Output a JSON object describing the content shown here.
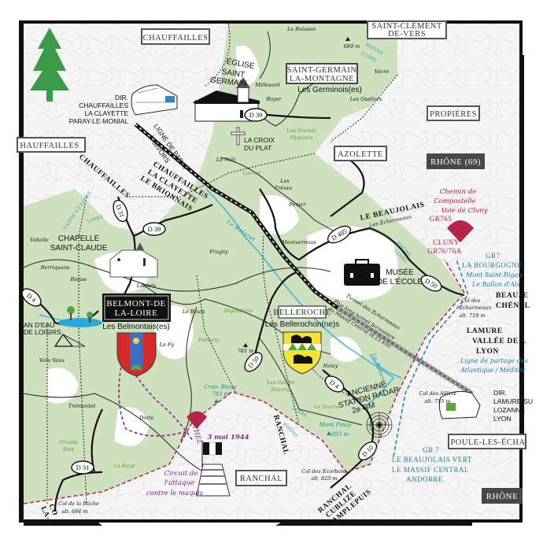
{
  "colors": {
    "forest": "#cfe0bf",
    "trail_red": "#b8234a",
    "trail_blue": "#1d7fa6",
    "river": "#41b8d4",
    "circuit": "#7b2a86",
    "box_dark": "#4a4747"
  },
  "communes": {
    "chauffailles_top": "CHAUFFAILLES",
    "chauffailles_left": "HAUFFAILLES",
    "saint_clement": [
      "SAINT-CLÉMENT",
      "DE-VERS"
    ],
    "saint_germain": [
      "SAINT-GERMAIN",
      "LA-MONTAGNE"
    ],
    "saint_germain_demonym": "Les Germinois(es)",
    "propieres": "PROPIÈRES",
    "azolette": "AZOLETTE",
    "rhone_69": "RHÔNE (69)",
    "belmont": [
      "BELMONT-DE",
      "LA-LOIRE"
    ],
    "belmont_demonym": "Les Belmontais(es)",
    "belleroche": "BELLEROCHE",
    "belleroche_demonym": "Les Bellerochon(ne)s",
    "ranchal": "RANCHAL",
    "poule": "POULE-LES-ÉCHA",
    "rhone_bottom": "RHÔNE"
  },
  "landmarks": {
    "eglise": [
      "ÉGLISE",
      "SAINT",
      "GERMAIN"
    ],
    "croix": [
      "LA CROIX",
      "DU PLAT"
    ],
    "chapelle": [
      "CHAPELLE",
      "SAINT-CLAUDE"
    ],
    "musee": [
      "MUSÉE",
      "DE L'ÉCOLE"
    ],
    "radar": [
      "ANCIENNE",
      "STATION RADAR",
      "2e GM"
    ],
    "plan_eau": [
      "AN D'EAU",
      "DE LOISIRS"
    ]
  },
  "trains": {
    "west": [
      "DIR.",
      "CHAUFFAILLES",
      "LA CLAYETTE",
      "PARAY-LE-MONIAL"
    ],
    "east": [
      "DIR.",
      "LAMURE-SU",
      "LOZANNE",
      "LYON"
    ]
  },
  "railway": {
    "line": [
      "LIGNE DE PARAY",
      "À GIVORS"
    ],
    "towns": [
      "CHAUFFAILLES",
      "LA CLAYETTE",
      "LE BRIONNAIS"
    ],
    "tunnel": "Tunnel des Écharmeaux",
    "tunnel_note": [
      "Plus long tunnel ferroviaire",
      "du Massif Central (4,15 km)"
    ]
  },
  "roads": {
    "d39_north": "D 39",
    "d39_west": "D 39",
    "d31_north": "D 31",
    "d485": "D 485",
    "d50_east": "D 50",
    "d4_west": "D 4",
    "d50_south": "D 50",
    "d4_south": "D 4",
    "d10": "D 10",
    "d31_south": "D 31"
  },
  "directions": {
    "chauffailles_road": "CHAUFFAILLES",
    "beaujolais": [
      "LE BEAUJOLAIS",
      "Les Écharmeaux"
    ],
    "beaujeu": [
      "BEAUJE",
      "CHÉNEL"
    ],
    "lamure": [
      "LAMURE",
      "VALLÉE DE L",
      "LYON"
    ],
    "ranchal_road": "RANCHAL",
    "south_east": [
      "RANCHAL",
      "CUBLIZE",
      "AMPLEPUIS"
    ],
    "cours": [
      "CO",
      "LA-"
    ]
  },
  "hamlets": {
    "le_buisson": "Le Buisson",
    "millesard": "Millesard",
    "boyer": "Boyer",
    "vavre": "Vavre",
    "oseliers": "Les Oseliers",
    "le_tret": "Le Trêt",
    "les_treves": [
      "Les",
      "Trêves"
    ],
    "fenier": "Fenier",
    "montvernoux": "Montvernoux",
    "fragny": "Fragny",
    "lacroix": "Lacroix",
    "biesse": "Biesse",
    "berriquans": "Berriquans",
    "vabelle": "Vabelle",
    "le_bouis": "Le Bouis",
    "le_fy": "Le Fy",
    "vers_vaux": "Vers Vaux",
    "tremontet": "Trémontet",
    "doris": "Doris",
    "nelay": "Nelay"
  },
  "woods": {
    "grands_paquiers": [
      "Les Grands",
      "Pâquiers"
    ],
    "lachat": "Lachat",
    "rigaudiere": "Rigaudière",
    "fontany": "Fontany",
    "grands_bois": [
      "Grands",
      "Bois"
    ],
    "la_raye": "La Raye",
    "goutte_sauvrat": [
      "Les Goutte",
      "Sauvrat"
    ],
    "le_tourra": "Le Tourra"
  },
  "summits": {
    "s689": "689 m",
    "s781": "781 m",
    "croix_bleue": [
      "Croix Bleue",
      "783 m"
    ],
    "mont_pinay": [
      "Mont Pinay",
      "883 m"
    ]
  },
  "passes": {
    "buche": [
      "Col de la Bûche",
      "alt. 684 m"
    ],
    "ecorbans": [
      "Col des Écorbans",
      "alt. 825 m"
    ],
    "aillets": [
      "Col des Aillets",
      "alt. 715 m"
    ],
    "echarmeaux": [
      "Col des",
      "Écharmeaux",
      "alt. 710 m"
    ]
  },
  "rivers": {
    "rhone_loire_n": [
      "RHÔNE",
      "LOIRE"
    ],
    "saone_loire": [
      "SAÔNE ET LOIRE",
      "LOIRE"
    ],
    "botoret_n": "Le Botoret",
    "rhone_loire_e": [
      "RHÔNE",
      "LOIRE"
    ],
    "loire_rhone_s": [
      "LOIRE",
      "RHÔNE"
    ],
    "botoret_s": "Le Botoret"
  },
  "trails": {
    "compostelle": [
      "Chemin de",
      "Compostelle",
      "Voie de Cluny",
      "GR765"
    ],
    "cluny": [
      "CLUNY",
      "GR76/76A"
    ],
    "gr7_north": [
      "GR7",
      "LA BOURGOGNE",
      "Mont Saint-Rigau",
      "Le Ballon d'Als"
    ],
    "watershed": [
      "Ligne de partage des",
      "Atlantique / Méditer"
    ],
    "gr7_south": [
      "GR 7",
      "LE BEAUJOLAIS VERT",
      "LE MASSIF CENTRAL",
      "ANDORRE"
    ]
  },
  "history": {
    "date": "3 mai 1944",
    "thel": "THEL",
    "circuit": [
      "Circuit de",
      "l'attaque",
      "contre le maquis"
    ]
  }
}
